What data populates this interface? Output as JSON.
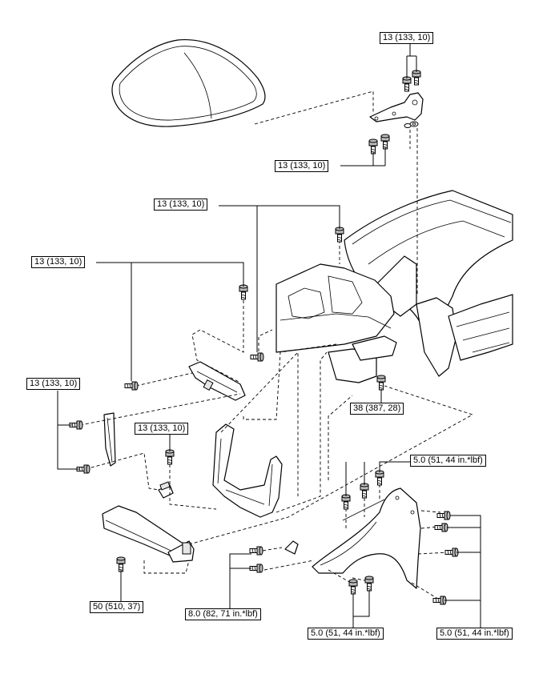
{
  "torque_labels": {
    "hinge_upper": "13 (133, 10)",
    "hinge_lower": "13 (133, 10)",
    "upper_center": "13 (133, 10)",
    "left_middle": "13 (133, 10)",
    "left_lower": "13 (133, 10)",
    "support_bracket": "13 (133, 10)",
    "body_mount": "38 (387, 28)",
    "fender_top": "5.0 (51, 44 in.*lbf)",
    "crossmember": "50 (510, 37)",
    "fender_front": "8.0 (82, 71 in.*lbf)",
    "fender_bottom": "5.0 (51, 44 in.*lbf)",
    "fender_rear": "5.0 (51, 44 in.*lbf)"
  },
  "icons": {
    "bolt": "bolt-icon",
    "washer": "washer-icon"
  },
  "colors": {
    "line": "#000000",
    "background": "#ffffff",
    "bolt_head": "#bdbdbd"
  }
}
